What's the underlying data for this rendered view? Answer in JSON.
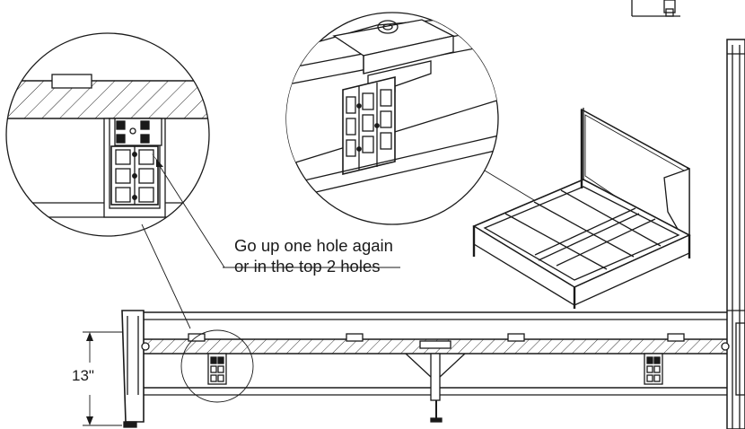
{
  "callout": {
    "line1": "Go up one hole again",
    "line2": "or in the top 2 holes"
  },
  "dimension": {
    "height_label": "13\""
  },
  "colors": {
    "ink": "#1a1a1a",
    "background": "#ffffff"
  }
}
